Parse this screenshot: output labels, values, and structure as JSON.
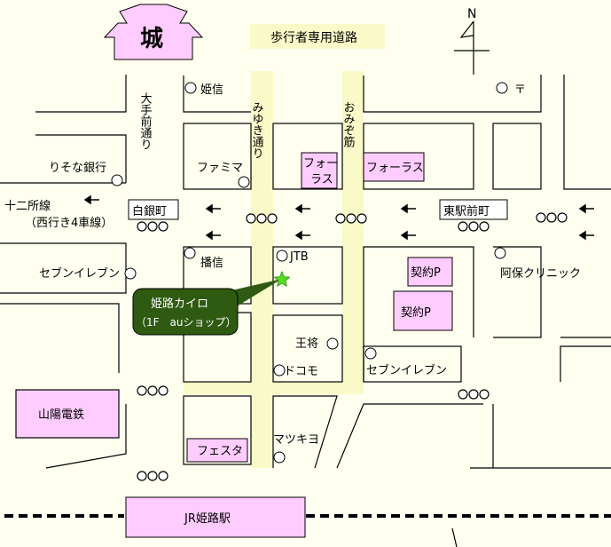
{
  "castle": {
    "label": "城"
  },
  "north": {
    "label": "N"
  },
  "pedestrian_road": "歩行者専用道路",
  "streets": {
    "otemae": "大手前通り",
    "miyuki": "みゆき通り",
    "omizo": "おみぞ筋"
  },
  "intersections": {
    "shirogane": "白銀町",
    "higashi_ekimae": "東駅前町"
  },
  "routes": {
    "juniso_line1": "十二所線",
    "juniso_line2": "（西行き4車線）"
  },
  "places": {
    "himeshin": "姫信",
    "post_office": "〒",
    "resona": "りそな銀行",
    "familymart": "ファミマ",
    "forus_small": [
      "フォー",
      "ラス"
    ],
    "forus": "フォーラス",
    "seven_left": "セブンイレブン",
    "banshin": "播信",
    "jtb": "JTB",
    "keiyaku1": "契約P",
    "keiyaku2": "契約P",
    "abo_clinic": "阿保クリニック",
    "osho": "王将",
    "docomo": "ドコモ",
    "seven_center": "セブンイレブン",
    "sanyo": "山陽電鉄",
    "festa": "フェスタ",
    "matsukiyo": "マツキヨ",
    "jr_station": "JR姫路駅"
  },
  "target": {
    "line1": "姫路カイロ",
    "line2": "（1F　auショップ）"
  },
  "colors": {
    "background": "#fffff0",
    "pedestrian": "#fafac8",
    "pink": "#ffccff",
    "callout": "#2e5a12",
    "star": "#55dd22"
  }
}
